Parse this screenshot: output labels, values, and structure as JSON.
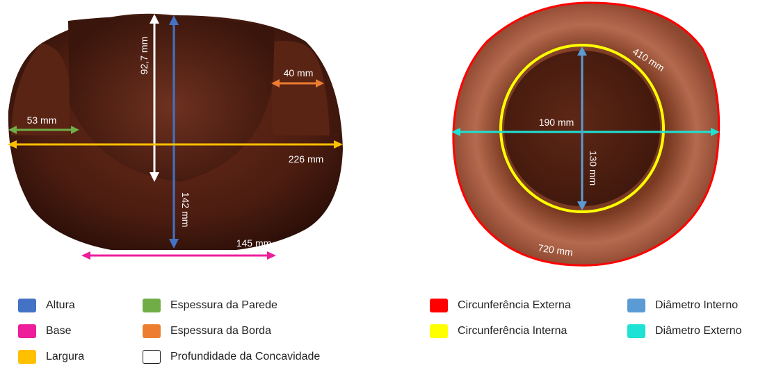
{
  "measurements": {
    "altura": "142 mm",
    "profundidade": "92,7 mm",
    "borda": "40 mm",
    "parede": "53 mm",
    "largura": "226 mm",
    "base": "145 mm",
    "circ_externa": "720 mm",
    "circ_interna": "410 mm",
    "diam_externo": "190 mm",
    "diam_interno": "130 mm"
  },
  "legend": [
    {
      "key": "altura",
      "label": "Altura",
      "color": "#4472c4"
    },
    {
      "key": "base",
      "label": "Base",
      "color": "#ee1d9a"
    },
    {
      "key": "largura",
      "label": "Largura",
      "color": "#ffc000"
    },
    {
      "key": "parede",
      "label": "Espessura da Parede",
      "color": "#70ad47"
    },
    {
      "key": "borda",
      "label": "Espessura da Borda",
      "color": "#ed7d31"
    },
    {
      "key": "profundidade",
      "label": "Profundidade da Concavidade",
      "color": "#ffffff"
    },
    {
      "key": "circ_externa",
      "label": "Circunferência Externa",
      "color": "#ff0000"
    },
    {
      "key": "circ_interna",
      "label": "Circunferência Interna",
      "color": "#ffff00"
    },
    {
      "key": "diam_interno",
      "label": "Diâmetro Interno",
      "color": "#5b9bd5"
    },
    {
      "key": "diam_externo",
      "label": "Diâmetro Externo",
      "color": "#1de2d4"
    }
  ]
}
